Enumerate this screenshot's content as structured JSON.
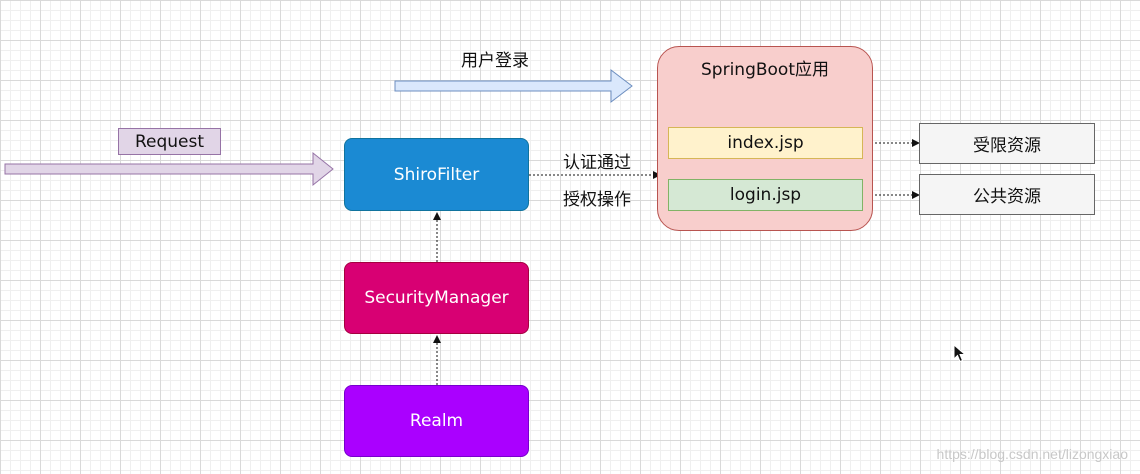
{
  "request": {
    "label": "Request"
  },
  "user_login": {
    "label": "用户登录"
  },
  "shiro_filter": {
    "label": "ShiroFilter"
  },
  "security_manager": {
    "label": "SecurityManager"
  },
  "realm": {
    "label": "Realm"
  },
  "auth_pass": {
    "label": "认证通过"
  },
  "authz_op": {
    "label": "授权操作"
  },
  "springboot_app": {
    "title": "SpringBoot应用",
    "pages": [
      {
        "label": "index.jsp"
      },
      {
        "label": "login.jsp"
      }
    ]
  },
  "resources": {
    "restricted": {
      "label": "受限资源"
    },
    "public": {
      "label": "公共资源"
    }
  },
  "watermark": "https://blog.csdn.net/lizongxiao",
  "colors": {
    "request_fill": "#e1d5e7",
    "request_stroke": "#9673a6",
    "user_login_arrow": "#dae8fc",
    "shiro_filter": "#1b8ad3",
    "security_manager": "#d80073",
    "realm": "#aa00ff",
    "springboot_fill": "#f8cecc",
    "springboot_stroke": "#b85450",
    "index_fill": "#fff2cc",
    "index_stroke": "#d6b656",
    "login_fill": "#d5e8d4",
    "login_stroke": "#82b366",
    "resource_fill": "#f5f5f5",
    "resource_stroke": "#666666"
  }
}
